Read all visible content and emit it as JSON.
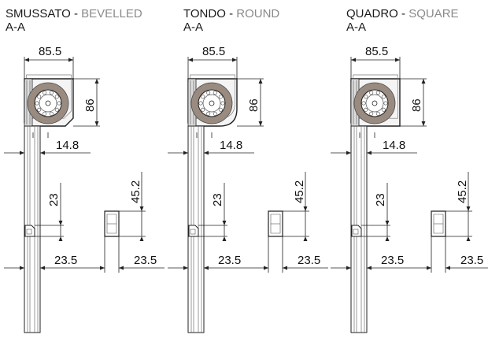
{
  "variants": [
    {
      "name": "SMUSSATO",
      "separator": " - ",
      "english": "BEVELLED",
      "section": "A-A",
      "box_width": "85.5",
      "box_height": "86",
      "offset": "14.8",
      "slat_height": "23",
      "bottom_height": "45.2",
      "bottom_left": "23.5",
      "bottom_right": "23.5",
      "corner": "bevelled"
    },
    {
      "name": "TONDO",
      "separator": " - ",
      "english": "ROUND",
      "section": "A-A",
      "box_width": "85.5",
      "box_height": "86",
      "offset": "14.8",
      "slat_height": "23",
      "bottom_height": "45.2",
      "bottom_left": "23.5",
      "bottom_right": "23.5",
      "corner": "round"
    },
    {
      "name": "QUADRO",
      "separator": " - ",
      "english": "SQUARE",
      "section": "A-A",
      "box_width": "85.5",
      "box_height": "86",
      "offset": "14.8",
      "slat_height": "23",
      "bottom_height": "45.2",
      "bottom_left": "23.5",
      "bottom_right": "23.5",
      "corner": "square"
    }
  ]
}
